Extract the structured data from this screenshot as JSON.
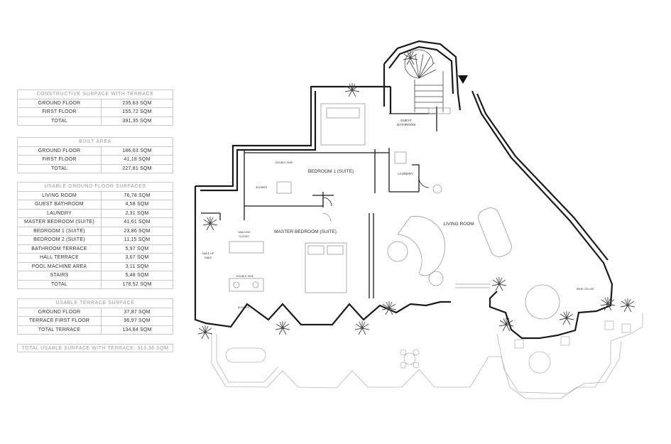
{
  "tables": {
    "constructive": {
      "title": "CONSTRUCTIVE SURFACE WITH TERRACE",
      "rows": [
        {
          "label": "GROUND FLOOR",
          "value": "235,63 SQM"
        },
        {
          "label": "FIRST FLOOR",
          "value": "155,72 SQM"
        },
        {
          "label": "TOTAL",
          "value": "391,35 SQM"
        }
      ]
    },
    "built": {
      "title": "BUILT AREA",
      "rows": [
        {
          "label": "GROUND FLOOR",
          "value": "186,63 SQM"
        },
        {
          "label": "FIRST FLOOR",
          "value": "41,18 SQM"
        },
        {
          "label": "TOTAL",
          "value": "227,81 SQM"
        }
      ]
    },
    "usable_ground": {
      "title": "USABLE GROUND FLOOR SURFACES",
      "rows": [
        {
          "label": "LIVING ROOM",
          "value": "76,78 SQM"
        },
        {
          "label": "GUEST BATHROOM",
          "value": "4,58 SQM"
        },
        {
          "label": "LAUNDRY",
          "value": "2,31 SQM"
        },
        {
          "label": "MASTER BEDROOM (SUITE)",
          "value": "41,61 SQM"
        },
        {
          "label": "BEDROOM 1 (SUITE)",
          "value": "23,86 SQM"
        },
        {
          "label": "BEDROOM 2 (SUITE)",
          "value": "11,15 SQM"
        },
        {
          "label": "BATHROOM TERRACE",
          "value": "5,97 SQM"
        },
        {
          "label": "HALL TERRACE",
          "value": "3,67 SQM"
        },
        {
          "label": "POOL MACHINE AREA",
          "value": "3,11 SQM"
        },
        {
          "label": "STAIRS",
          "value": "5,48 SQM"
        },
        {
          "label": "TOTAL",
          "value": "178,52 SQM"
        }
      ]
    },
    "usable_terrace": {
      "title": "USABLE TERRACE SURFACE",
      "rows": [
        {
          "label": "GROUND FLOOR",
          "value": "37,87 SQM"
        },
        {
          "label": "TERRACE FIRST FLOOR",
          "value": "96,97 SQM"
        },
        {
          "label": "TOTAL TERRACE",
          "value": "134,84 SQM"
        }
      ]
    }
  },
  "total_usable": "TOTAL USABLE SURFACE WITH TERRACE: 313,36 SQM",
  "plan": {
    "rooms": {
      "bedroom1": "BEDROOM 1 (SUITE)",
      "master": "MASTER BEDROOM (SUITE)",
      "living": "LIVING ROOM",
      "guest_bath_1": "GUEST",
      "guest_bath_2": "BATHROOM",
      "laundry": "LAUNDRY"
    },
    "small_labels": {
      "double_sink_top": "DOUBLE SINK",
      "shower_top": "SHOWER",
      "walking_closet_1": "WALKING",
      "walking_closet_2": "CLOSET",
      "make_up_1": "MAKE UP",
      "make_up_2": "TABLE",
      "double_sink_bottom": "DOUBLE SINK",
      "shower_bottom": "SHOWER",
      "wine_cellar": "WINE CELLAR"
    },
    "colors": {
      "wall": "#1a1a1a",
      "furniture": "#9a9a9a",
      "table_border": "#c9c9c9"
    },
    "icons": [
      "entrance-arrow-icon",
      "palm-plant-icon",
      "spiral-stair-icon"
    ]
  }
}
